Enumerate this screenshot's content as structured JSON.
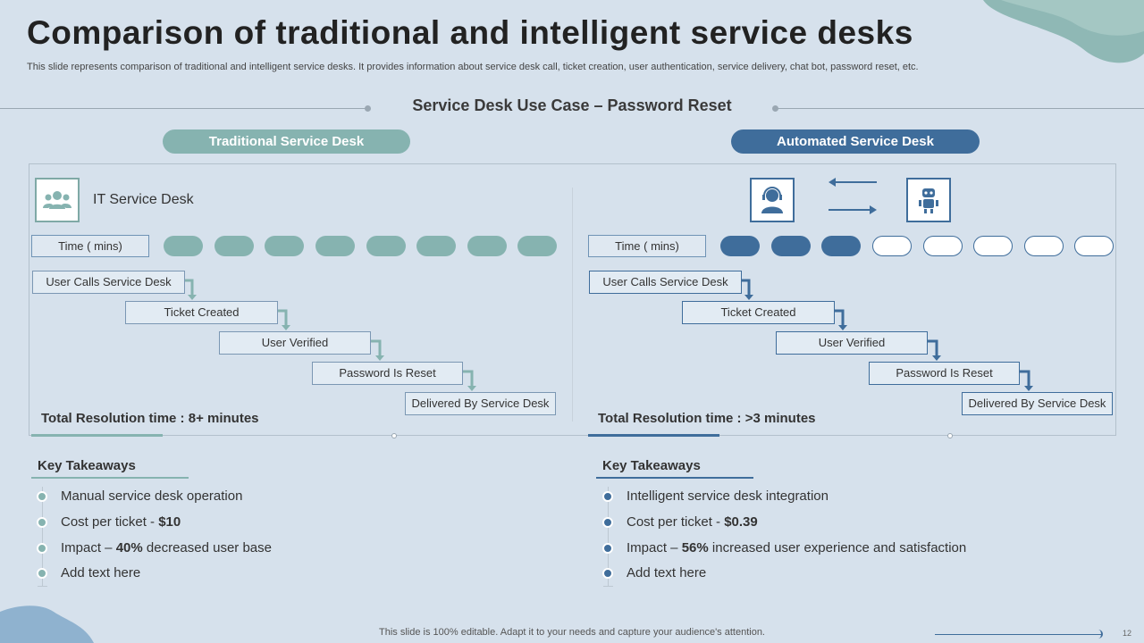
{
  "header": {
    "title": "Comparison of traditional and intelligent service desks",
    "subtitle": "This slide represents comparison of traditional and intelligent service desks. It provides information about service desk call, ticket creation, user authentication, service delivery, chat bot, password reset, etc."
  },
  "use_case": "Service Desk Use Case – Password Reset",
  "traditional": {
    "pill": "Traditional  Service Desk",
    "icon_label": "IT  Service Desk",
    "time_label": "Time ( mins)",
    "steps": [
      "User Calls Service Desk",
      "Ticket Created",
      "User Verified",
      "Password Is Reset",
      "Delivered  By Service Desk"
    ],
    "total": "Total Resolution time : 8+ minutes",
    "takeaways_title": "Key Takeaways",
    "takeaways": [
      {
        "pre": "Manual service desk operation",
        "bold": "",
        "post": ""
      },
      {
        "pre": "Cost per ticket - ",
        "bold": "$10",
        "post": ""
      },
      {
        "pre": "Impact – ",
        "bold": "40%",
        "post": " decreased user base"
      },
      {
        "pre": "Add text here",
        "bold": "",
        "post": ""
      }
    ]
  },
  "automated": {
    "pill": "Automated Service Desk",
    "time_label": "Time ( mins)",
    "steps": [
      "User Calls Service Desk",
      "Ticket Created",
      "User Verified",
      "Password Is Reset",
      "Delivered  By Service Desk"
    ],
    "total": "Total Resolution time : >3 minutes",
    "takeaways_title": "Key Takeaways",
    "takeaways": [
      {
        "pre": "Intelligent  service desk integration",
        "bold": "",
        "post": ""
      },
      {
        "pre": "Cost per ticket - ",
        "bold": "$0.39",
        "post": ""
      },
      {
        "pre": "Impact – ",
        "bold": "56%",
        "post": " increased user experience and satisfaction"
      },
      {
        "pre": "Add text here",
        "bold": "",
        "post": ""
      }
    ]
  },
  "footer": {
    "text": "This slide is 100% editable. Adapt it to your needs and capture your audience's attention.",
    "page": "12"
  },
  "colors": {
    "teal": "#86b3b0",
    "blue": "#3f6d9b",
    "background": "#d6e1ec"
  },
  "icons": [
    "users-icon",
    "headset-agent-icon",
    "robot-icon",
    "arrow-left-icon",
    "arrow-right-icon"
  ]
}
